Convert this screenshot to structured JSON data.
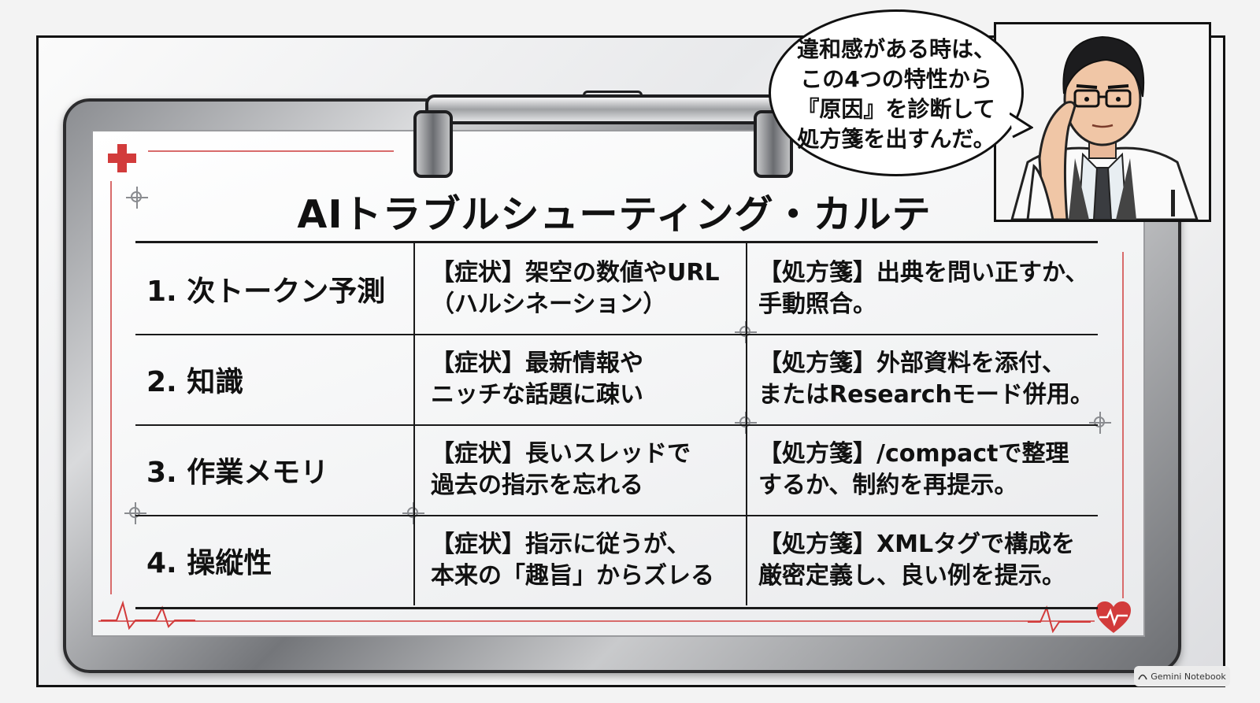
{
  "title": "AIトラブルシューティング・カルテ",
  "speech_bubble": "違和感がある時は、\nこの4つの特性から\n『原因』を診断して\n処方箋を出すんだ。",
  "rows": [
    {
      "trait": "1. 次トークン予測",
      "symptom": "【症状】架空の数値やURL\n（ハルシネーション）",
      "prescription": "【処方箋】出典を問い正すか、\n手動照合。"
    },
    {
      "trait": "2. 知識",
      "symptom": "【症状】最新情報や\nニッチな話題に疎い",
      "prescription": "【処方箋】外部資料を添付、\nまたはResearchモード併用。"
    },
    {
      "trait": "3. 作業メモリ",
      "symptom": "【症状】長いスレッドで\n過去の指示を忘れる",
      "prescription": "【処方箋】/compactで整理\nするか、制約を再提示。"
    },
    {
      "trait": "4. 操縦性",
      "symptom": "【症状】指示に従うが、\n本来の「趣旨」からズレる",
      "prescription": "【処方箋】XMLタグで構成を\n厳密定義し、良い例を提示。"
    }
  ],
  "watermark": "Gemini Notebook",
  "colors": {
    "accent_red": "#d23b3b",
    "line_red": "#d86b6b",
    "ink": "#111111"
  }
}
